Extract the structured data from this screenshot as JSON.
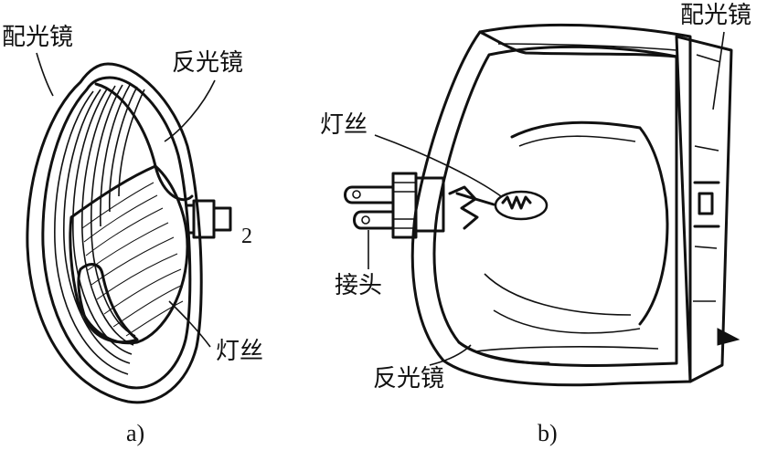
{
  "figure_a": {
    "label_lens": "配光镜",
    "label_reflector": "反光镜",
    "label_filament": "灯丝",
    "label_number": "2",
    "caption": "a)"
  },
  "figure_b": {
    "label_lens": "配光镜",
    "label_filament": "灯丝",
    "label_connector": "接头",
    "label_reflector": "反光镜",
    "caption": "b)"
  }
}
